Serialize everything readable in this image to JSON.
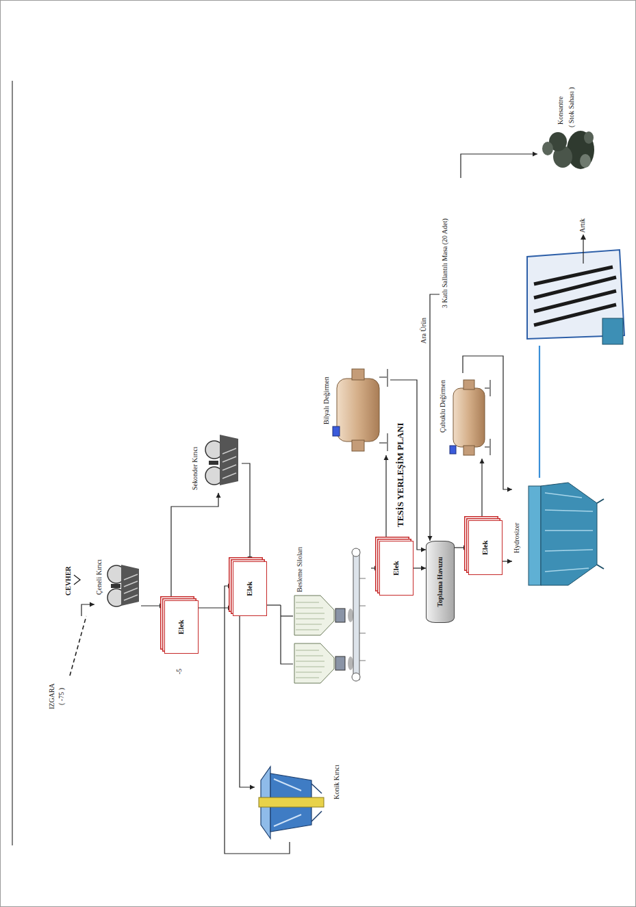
{
  "diagram": {
    "title": "TESİS YERLEŞİM PLANI",
    "nodes": [
      {
        "text": [
          "IZGARA",
          "( -75 )"
        ]
      },
      {
        "text": [
          "Çeneli Kırıcı"
        ]
      },
      {
        "text": [
          "Elek"
        ]
      },
      {
        "text": [
          "Sekonder Kırıcı"
        ]
      },
      {
        "text": [
          "Elek"
        ]
      },
      {
        "text": [
          "Konik Kırıcı"
        ]
      },
      {
        "text": [
          "Besleme Siloları"
        ]
      },
      {
        "text": [
          "Elek"
        ]
      },
      {
        "text": [
          "Bilyalı Değirmen"
        ]
      },
      {
        "text": [
          "Toplama Havuzu"
        ]
      },
      {
        "text": [
          "Elek"
        ]
      },
      {
        "text": [
          "Çubuklu Değirmen"
        ]
      },
      {
        "text": [
          "Hydrosizer"
        ]
      },
      {
        "text": [
          "3 Katlı Sallantılı Masa (20 Adet)"
        ]
      },
      {
        "text": [
          "Konsantre",
          "( Stok Sahası )"
        ]
      }
    ],
    "edges": [
      {
        "from": 0,
        "to": 1,
        "arrow": "to"
      },
      {
        "from": 1,
        "to": 2,
        "arrow": "to"
      },
      {
        "from": 2,
        "to": 3,
        "arrow": "to"
      },
      {
        "from": 3,
        "to": 4,
        "arrow": "to"
      },
      {
        "from": 2,
        "to": 4,
        "arrow": "to"
      },
      {
        "from": 4,
        "to": 5,
        "arrow": "to"
      },
      {
        "from": 5,
        "to": 4,
        "arrow": "to"
      },
      {
        "from": 4,
        "to": 6,
        "arrow": "none"
      },
      {
        "from": 6,
        "to": 7,
        "arrow": "to"
      },
      {
        "from": 7,
        "to": 8,
        "arrow": "to"
      },
      {
        "from": 8,
        "to": 9,
        "arrow": "to"
      },
      {
        "from": 7,
        "to": 9,
        "arrow": "to"
      },
      {
        "from": 9,
        "to": 10,
        "arrow": "to"
      },
      {
        "from": 10,
        "to": 11,
        "arrow": "to"
      },
      {
        "from": 11,
        "to": 12,
        "arrow": "to"
      },
      {
        "from": 10,
        "to": 12,
        "arrow": "to"
      },
      {
        "from": 12,
        "to": 13,
        "arrow": "none"
      },
      {
        "from": 13,
        "to": 9,
        "label": "Ara Ürün",
        "arrow": "to"
      },
      {
        "from": 13,
        "to": 14,
        "arrow": "to"
      }
    ],
    "labels": [
      "CEVHER",
      "-5",
      "Artık"
    ]
  }
}
